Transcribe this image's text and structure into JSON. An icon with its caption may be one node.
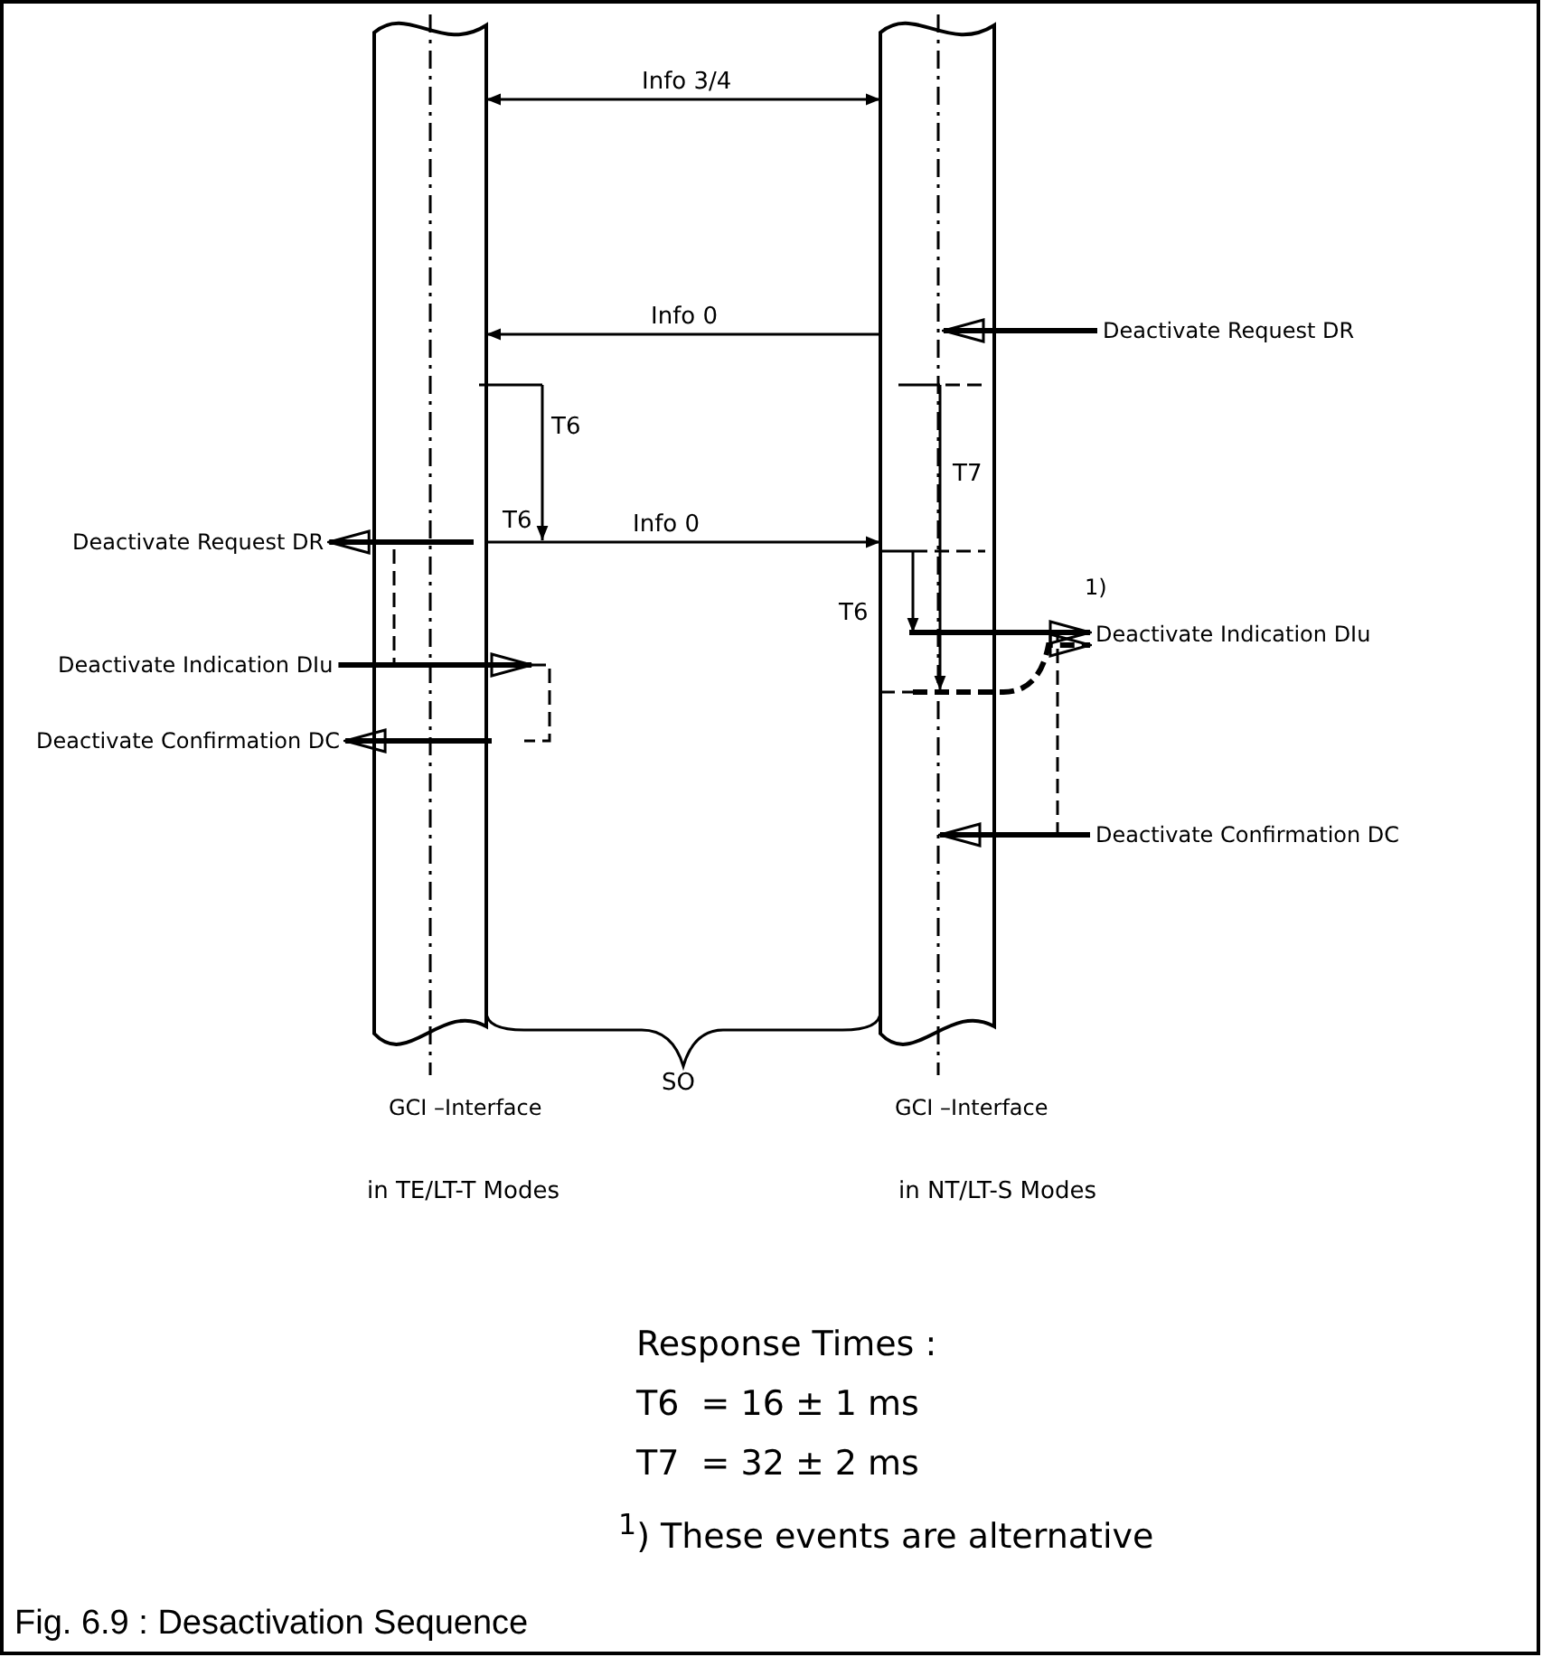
{
  "diagram": {
    "caption": "Fig. 6.9 : Desactivation Sequence",
    "nodes": [
      {
        "text": [],
        "shape": "bar",
        "beside": [
          "GCI –Interface",
          "in TE/LT-T Modes"
        ]
      },
      {
        "text": [],
        "shape": "bar",
        "beside": [
          "GCI –Interface",
          "in NT/LT-S Modes"
        ]
      },
      {
        "text": [
          "Deactivate Request DR"
        ]
      },
      {
        "text": [
          "Deactivate Request DR"
        ]
      },
      {
        "text": [
          "Deactivate Indication DIu"
        ]
      },
      {
        "text": [
          "Deactivate Confirmation DC"
        ]
      },
      {
        "text": [
          "Deactivate Indication DIu"
        ]
      },
      {
        "text": [
          "Deactivate Confirmation DC"
        ]
      }
    ],
    "edges": [
      {
        "from": 0,
        "to": 1,
        "arrow": "both",
        "label": "Info 3/4"
      },
      {
        "from": 1,
        "to": 0,
        "arrow": "to",
        "label": "Info 0"
      },
      {
        "from": 0,
        "to": 1,
        "arrow": "to",
        "label": "Info 0"
      },
      {
        "from": 2,
        "to": 1,
        "arrow": "to"
      },
      {
        "from": 0,
        "to": 3,
        "arrow": "to"
      },
      {
        "from": 4,
        "to": 0,
        "arrow": "to"
      },
      {
        "from": 0,
        "to": 5,
        "arrow": "to"
      },
      {
        "from": 1,
        "to": 6,
        "arrow": "to"
      },
      {
        "from": 1,
        "to": 6,
        "arrow": "to",
        "style": "dashed"
      },
      {
        "from": 7,
        "to": 1,
        "arrow": "to"
      }
    ],
    "labels": [
      "T6",
      "T6",
      "T7",
      "T6",
      "1)",
      "SO",
      "Response Times :",
      "T6  = 16 ± 1 ms",
      "T7  = 32 ± 2 ms",
      "$^{1}$) These events are alternative"
    ]
  }
}
